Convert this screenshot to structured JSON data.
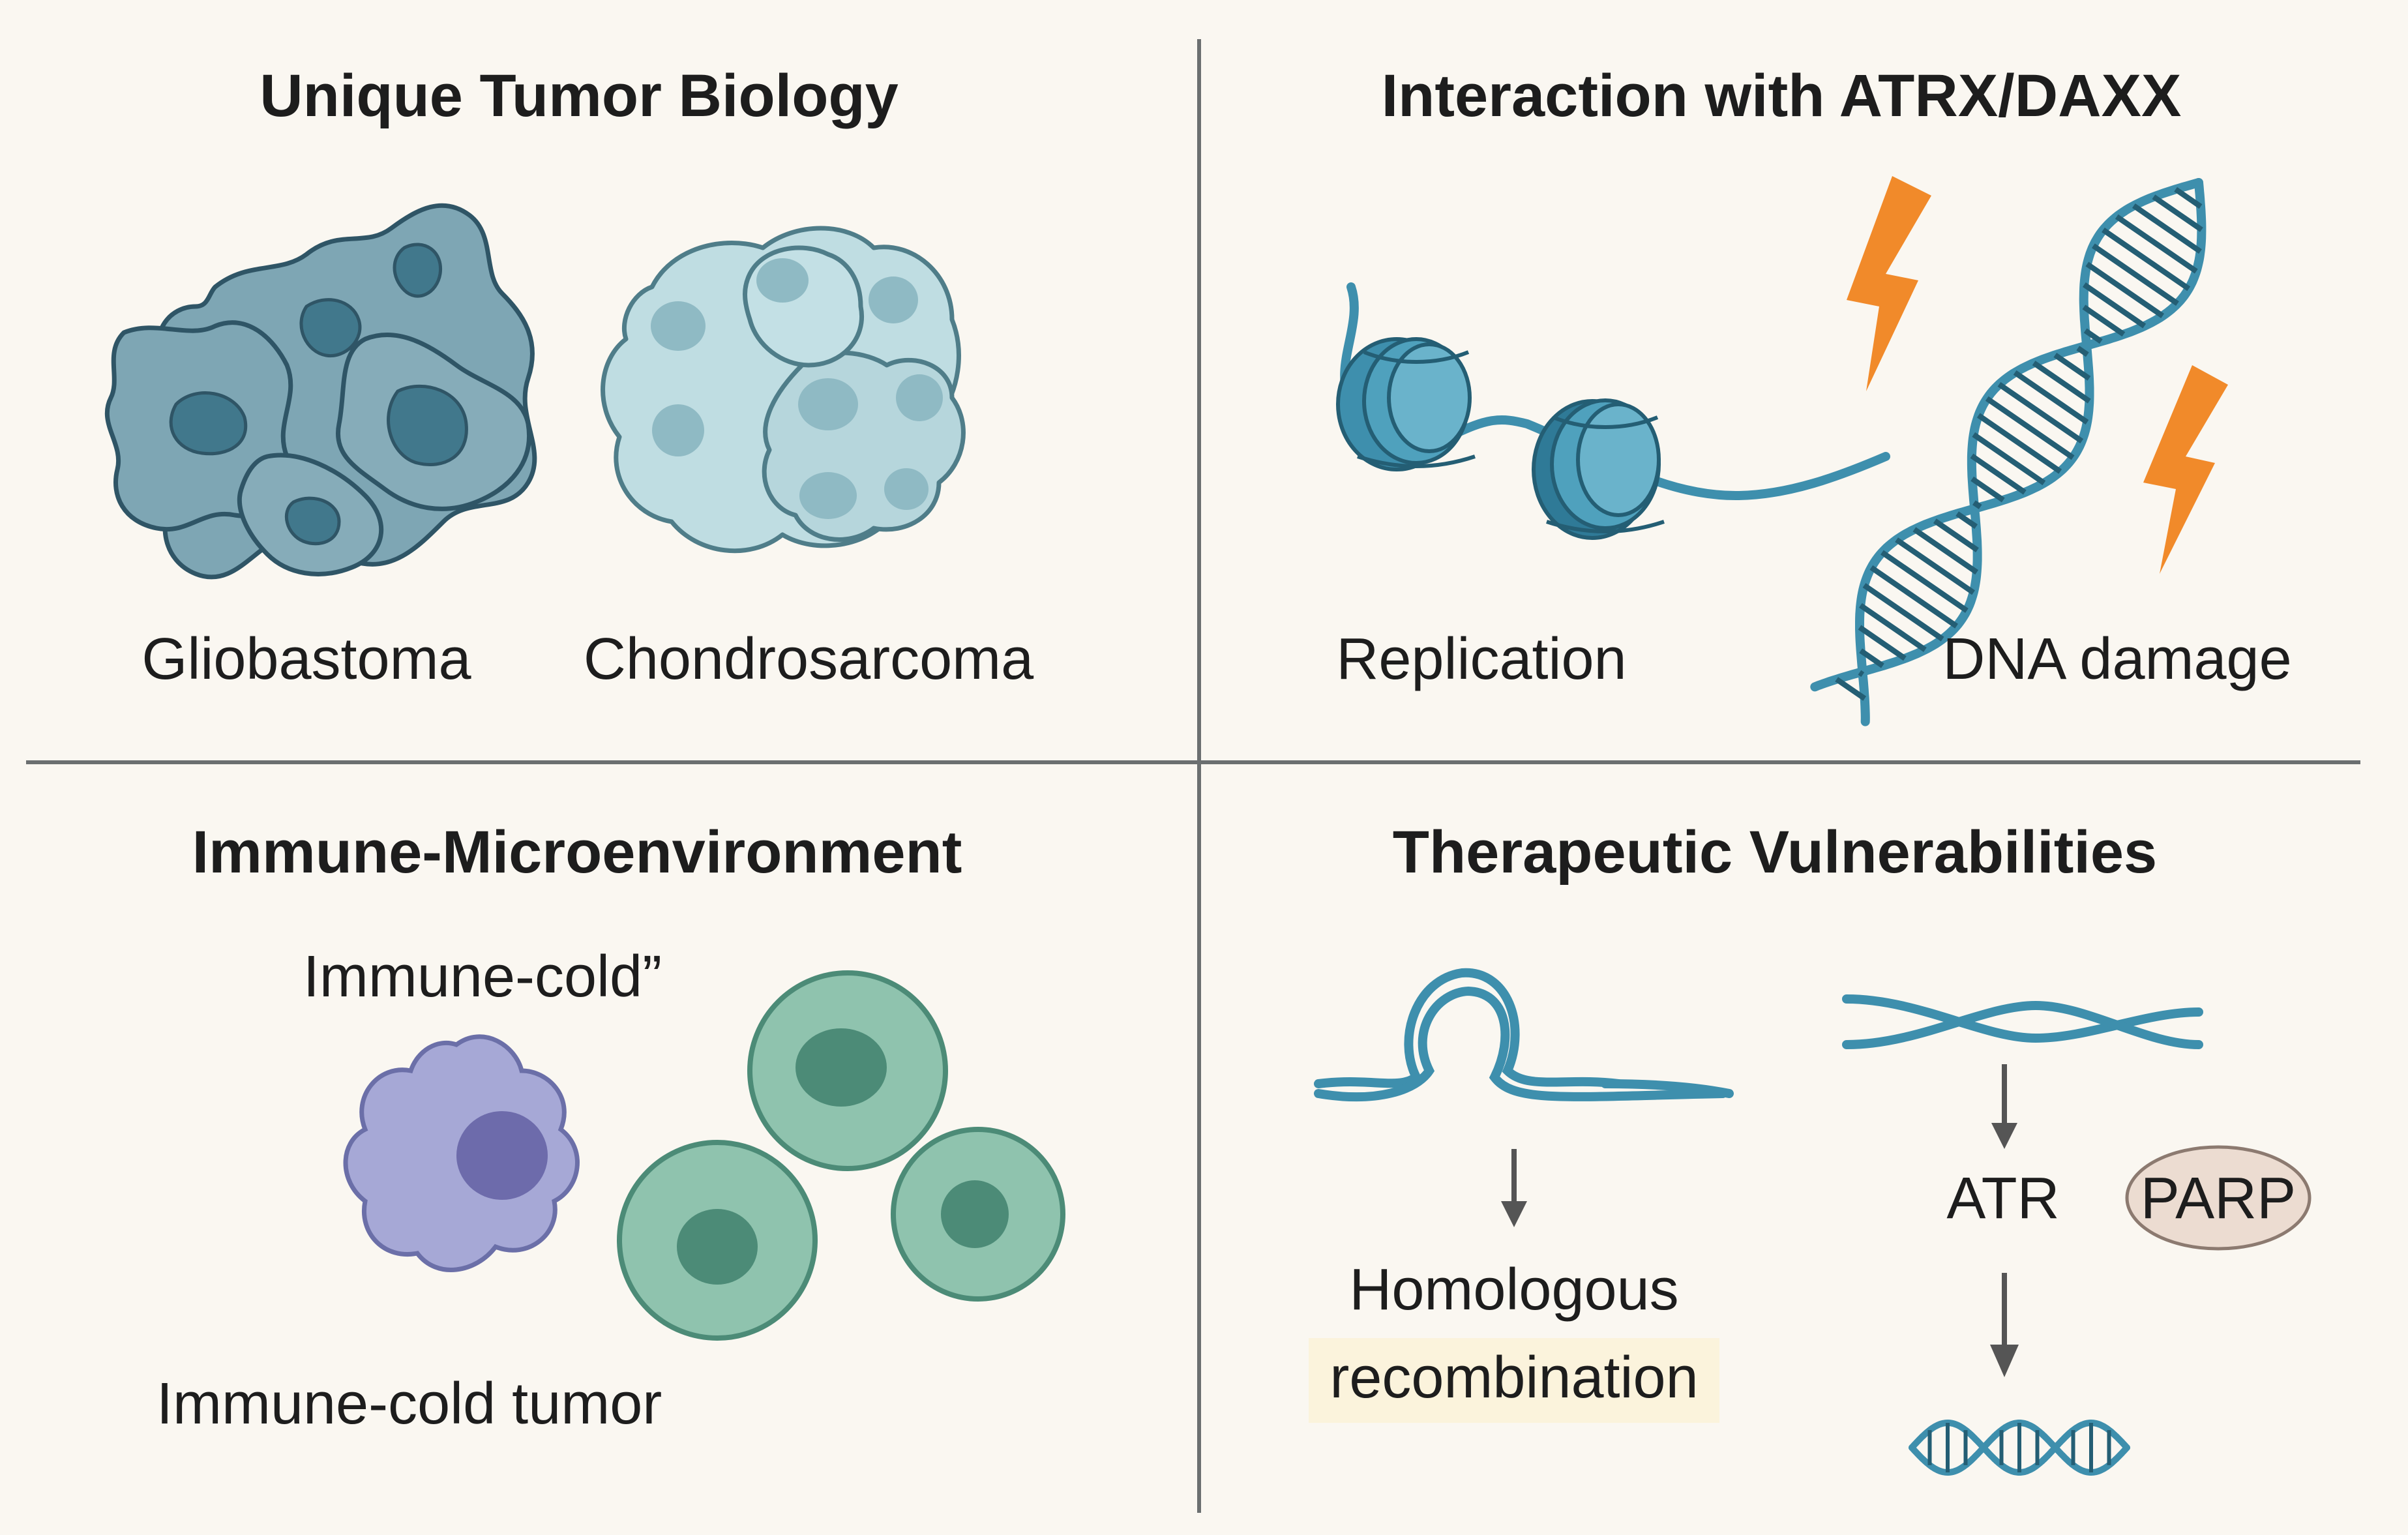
{
  "colors": {
    "background": "#faf7f1",
    "divider": "#6b6f70",
    "glio_cell": "#7ea6b4",
    "glio_nucleus": "#41788c",
    "chondro_cell": "#bfdde2",
    "chondro_nucleus": "#8fbac4",
    "dna": "#3e8fad",
    "lightning": "#f18a2a",
    "macrophage": "#a6a8d6",
    "macrophage_nucleus": "#6d6bab",
    "tcell": "#8fc3ae",
    "tcell_nucleus": "#4c8b77",
    "parp_fill": "#ecdcd1",
    "arrow": "#555555"
  },
  "quadrants": {
    "tumor_biology": {
      "title": "Unique Tumor Biology",
      "labels": [
        "Gliobastoma",
        "Chondrosarcoma"
      ]
    },
    "atrx_daxx": {
      "title": "Interaction with ATRX/DAXX",
      "labels": [
        "Replication",
        "DNA damage"
      ]
    },
    "immune": {
      "title": "Immune-Microenvironment",
      "labels": [
        "Immune-cold”",
        "Immune-cold tumor"
      ]
    },
    "therapeutic": {
      "title": "Therapeutic Vulnerabilities",
      "hr_label_line1": "Homologous",
      "hr_label_line2": "recombination",
      "atr_label": "ATR",
      "parp_label": "PARP"
    }
  }
}
